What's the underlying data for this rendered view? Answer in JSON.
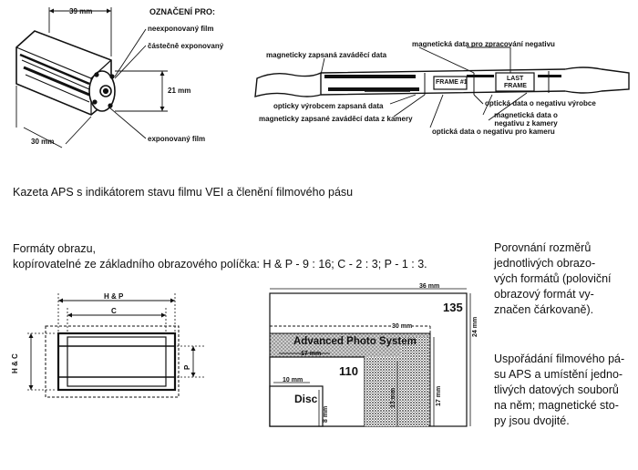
{
  "cassette": {
    "dim_width": "39 mm",
    "dim_height": "21 mm",
    "dim_depth": "30 mm",
    "title": "OZNAČENÍ PRO:",
    "label_unexposed": "neexponovaný film",
    "label_partial": "částečně exponovaný",
    "label_exposed": "exponovaný film"
  },
  "filmstrip": {
    "label_mag_leader": "magneticky zapsaná zaváděcí data",
    "label_mag_processing": "magnetická data pro zpracování negativu",
    "label_optical_leader": "opticky výrobcem zapsaná data",
    "label_mag_camera_leader": "magneticky zapsané zaváděcí data z kamery",
    "label_optical_mfr": "optická data o negativu výrobce",
    "label_mag_camera": "magnetická data o negativu z kamery",
    "label_optical_camera": "optická data o negativu pro kameru",
    "frame1": "FRAME #1",
    "last_frame_1": "LAST",
    "last_frame_2": "FRAME"
  },
  "caption_top": "Kazeta APS s indikátorem stavu filmu VEI a členění filmového pásu",
  "formats_text": {
    "line1": "Formáty obrazu,",
    "line2": "kopírovatelné ze základního obrazového políčka: H & P - 9 : 16; C - 2 : 3; P - 1 : 3."
  },
  "format_frame": {
    "label_hp": "H & P",
    "label_c": "C",
    "label_hc": "H & C",
    "label_p": "P"
  },
  "comparison": {
    "w36": "36 mm",
    "w30": "30 mm",
    "w17": "17 mm",
    "w10": "10 mm",
    "h24": "24 mm",
    "h17": "17 mm",
    "h13": "13 mm",
    "h8": "8 mm",
    "name_135": "135",
    "name_aps": "Advanced Photo System",
    "name_110": "110",
    "name_disc": "Disc"
  },
  "right_text": {
    "p1": [
      "Porovnání rozměrů",
      "jednotlivých obrazo-",
      "vých formátů (poloviční",
      "obrazový formát vy-",
      "značen čárkovaně)."
    ],
    "p2": [
      "Uspořádání filmového pá-",
      "su APS a umístění jedno-",
      "tlivých datových souborů",
      "na něm; magnetické sto-",
      "py jsou dvojité."
    ]
  }
}
